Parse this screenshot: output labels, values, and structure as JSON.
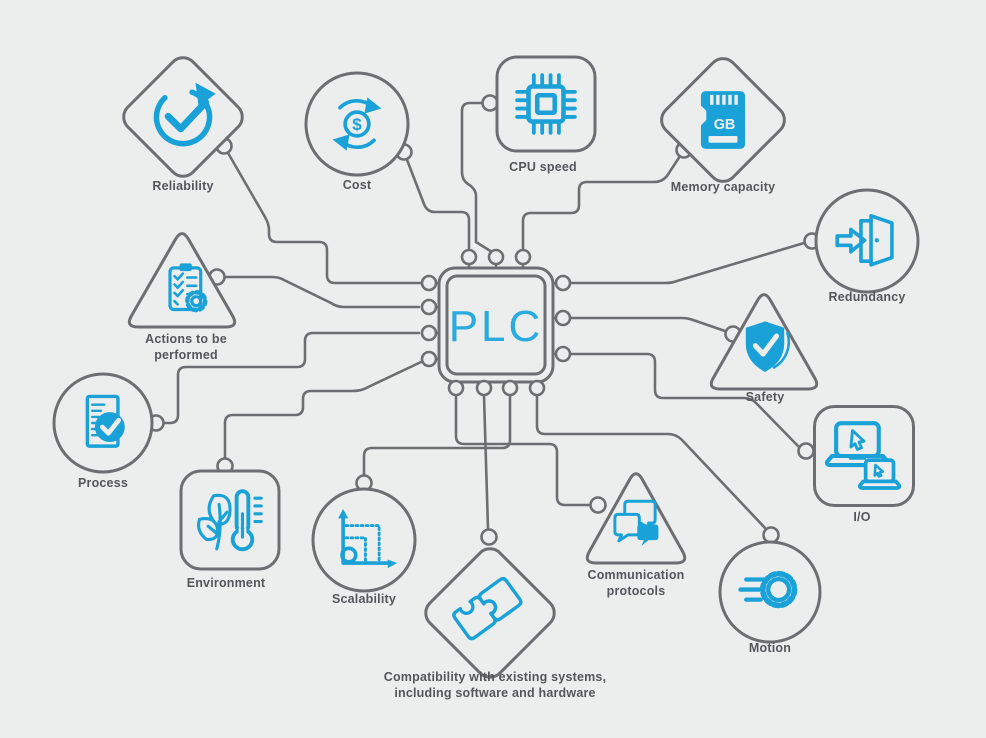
{
  "colors": {
    "background": "#eceeed",
    "line": "#6d6e71",
    "accent": "#1aa2d8",
    "plc_text": "#2aaade",
    "label": "#55565a"
  },
  "plc": {
    "label": "PLC"
  },
  "icon_texts": {
    "cost_symbol": "$",
    "memory_card_label": "GB"
  },
  "nodes": [
    {
      "id": "reliability",
      "label": [
        "Reliability"
      ],
      "icon": "refresh-check-icon",
      "shape": "diamond"
    },
    {
      "id": "cost",
      "label": [
        "Cost"
      ],
      "icon": "dollar-cycle-icon",
      "shape": "circle"
    },
    {
      "id": "cpu-speed",
      "label": [
        "CPU speed"
      ],
      "icon": "cpu-chip-icon",
      "shape": "rounded-square"
    },
    {
      "id": "memory-capacity",
      "label": [
        "Memory capacity"
      ],
      "icon": "memory-card-icon",
      "shape": "diamond"
    },
    {
      "id": "redundancy",
      "label": [
        "Redundancy"
      ],
      "icon": "exit-door-icon",
      "shape": "circle"
    },
    {
      "id": "safety",
      "label": [
        "Safety"
      ],
      "icon": "shield-check-icon",
      "shape": "triangle"
    },
    {
      "id": "io",
      "label": [
        "I/O"
      ],
      "icon": "laptops-cursor-icon",
      "shape": "rounded-square"
    },
    {
      "id": "motion",
      "label": [
        "Motion"
      ],
      "icon": "gear-speed-icon",
      "shape": "circle"
    },
    {
      "id": "communication-protocols",
      "label": [
        "Communication",
        "protocols"
      ],
      "icon": "chat-bubbles-icon",
      "shape": "triangle"
    },
    {
      "id": "compatibility",
      "label": [
        "Compatibility with existing systems,",
        "including software and hardware"
      ],
      "icon": "puzzle-pieces-icon",
      "shape": "diamond"
    },
    {
      "id": "scalability",
      "label": [
        "Scalability"
      ],
      "icon": "growth-chart-icon",
      "shape": "circle"
    },
    {
      "id": "environment",
      "label": [
        "Environment"
      ],
      "icon": "leaf-thermometer-icon",
      "shape": "rounded-square"
    },
    {
      "id": "process",
      "label": [
        "Process"
      ],
      "icon": "document-check-icon",
      "shape": "circle"
    },
    {
      "id": "actions",
      "label": [
        "Actions to be",
        "performed"
      ],
      "icon": "clipboard-gear-icon",
      "shape": "triangle"
    }
  ]
}
